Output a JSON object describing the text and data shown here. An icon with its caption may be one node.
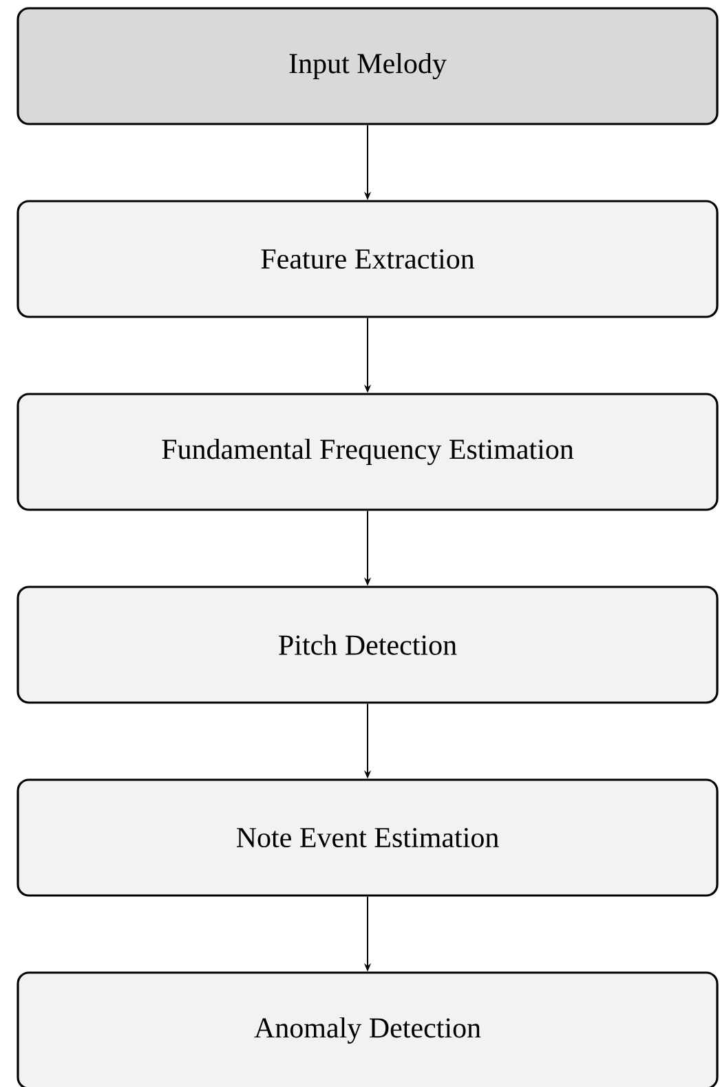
{
  "diagram": {
    "nodes": [
      {
        "text": [
          "Input Melody"
        ]
      },
      {
        "text": [
          "Feature Extraction"
        ]
      },
      {
        "text": [
          "Fundamental Frequency Estimation"
        ]
      },
      {
        "text": [
          "Pitch Detection"
        ]
      },
      {
        "text": [
          "Note Event Estimation"
        ]
      },
      {
        "text": [
          "Anomaly Detection"
        ]
      }
    ],
    "edges": [
      {
        "from": 0,
        "to": 1,
        "arrow": "to"
      },
      {
        "from": 1,
        "to": 2,
        "arrow": "to"
      },
      {
        "from": 2,
        "to": 3,
        "arrow": "to"
      },
      {
        "from": 3,
        "to": 4,
        "arrow": "to"
      },
      {
        "from": 4,
        "to": 5,
        "arrow": "to"
      }
    ]
  }
}
